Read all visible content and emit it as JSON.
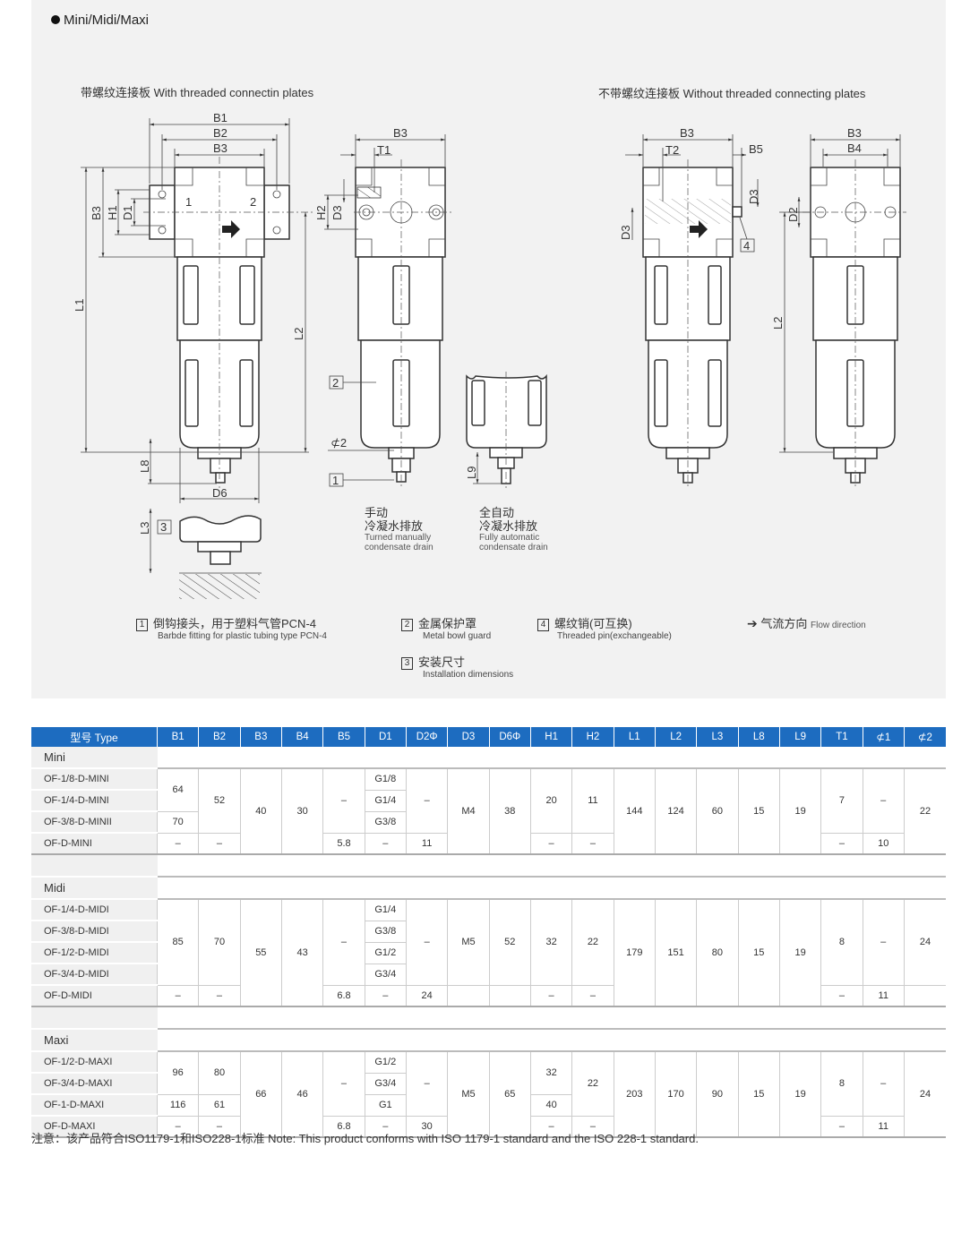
{
  "title": "Mini/Midi/Maxi",
  "subtitles": {
    "with_plates": "带螺纹连接板 With threaded connectin plates",
    "without_plates": "不带螺纹连接板 Without threaded connecting plates"
  },
  "dim": {
    "B1": "B1",
    "B2": "B2",
    "B3": "B3",
    "B4": "B4",
    "B5": "B5",
    "H1": "H1",
    "H2": "H2",
    "D1": "D1",
    "D2": "D2",
    "D3": "D3",
    "D6": "D6",
    "L1": "L1",
    "L2": "L2",
    "L3": "L3",
    "L8": "L8",
    "L9": "L9",
    "T1": "T1",
    "T2": "T2",
    "C2": "⊄2",
    "port1": "1",
    "port2": "2",
    "n1": "1",
    "n2": "2",
    "n3": "3",
    "n4": "4"
  },
  "captions": {
    "manual_cn1": "手动",
    "manual_cn2": "冷凝水排放",
    "manual_en1": "Turned manually",
    "manual_en2": "condensate drain",
    "auto_cn1": "全自动",
    "auto_cn2": "冷凝水排放",
    "auto_en1": "Fully automatic",
    "auto_en2": "condensate drain"
  },
  "legend": [
    {
      "num": "1",
      "cn": "倒钩接头，用于塑料气管PCN-4",
      "en": "Barbde fitting for plastic tubing type PCN-4"
    },
    {
      "num": "2",
      "cn": "金属保护罩",
      "en": "Metal bowl guard"
    },
    {
      "num": "4",
      "cn": "螺纹销(可互换)",
      "en": "Threaded pin(exchangeable)"
    },
    {
      "num": "3",
      "cn": "安装尺寸",
      "en": "Installation dimensions"
    }
  ],
  "flow": {
    "arrow": "➔",
    "cn": "气流方向",
    "en": "Flow direction"
  },
  "table": {
    "headers": [
      "型号 Type",
      "B1",
      "B2",
      "B3",
      "B4",
      "B5",
      "D1",
      "D2Φ",
      "D3",
      "D6Φ",
      "H1",
      "H2",
      "L1",
      "L2",
      "L3",
      "L8",
      "L9",
      "T1",
      "⊄1",
      "⊄2"
    ],
    "groups": [
      {
        "name": "Mini",
        "models": [
          "OF-1/8-D-MINI",
          "OF-1/4-D-MINI",
          "OF-3/8-D-MINII",
          "OF-D-MINI"
        ],
        "columns": [
          [
            [
              "64",
              2
            ],
            [
              "70",
              1
            ],
            [
              "–",
              1
            ]
          ],
          [
            [
              "52",
              3
            ],
            [
              "–",
              1
            ]
          ],
          [
            [
              "40",
              4
            ]
          ],
          [
            [
              "30",
              4
            ]
          ],
          [
            [
              "–",
              3
            ],
            [
              "5.8",
              1
            ]
          ],
          [
            [
              "G1/8",
              1
            ],
            [
              "G1/4",
              1
            ],
            [
              "G3/8",
              1
            ],
            [
              "–",
              1
            ]
          ],
          [
            [
              "–",
              3
            ],
            [
              "11",
              1
            ]
          ],
          [
            [
              "M4",
              4
            ]
          ],
          [
            [
              "38",
              4
            ]
          ],
          [
            [
              "20",
              3
            ],
            [
              "–",
              1
            ]
          ],
          [
            [
              "11",
              3
            ],
            [
              "–",
              1
            ]
          ],
          [
            [
              "144",
              4
            ]
          ],
          [
            [
              "124",
              4
            ]
          ],
          [
            [
              "60",
              4
            ]
          ],
          [
            [
              "15",
              4
            ]
          ],
          [
            [
              "19",
              4
            ]
          ],
          [
            [
              "7",
              3
            ],
            [
              "–",
              1
            ]
          ],
          [
            [
              "–",
              3
            ],
            [
              "10",
              1
            ]
          ],
          [
            [
              "22",
              4
            ]
          ]
        ]
      },
      {
        "name": "Midi",
        "models": [
          "OF-1/4-D-MIDI",
          "OF-3/8-D-MIDI",
          "OF-1/2-D-MIDI",
          "OF-3/4-D-MIDI",
          "OF-D-MIDI"
        ],
        "columns": [
          [
            [
              "85",
              4
            ],
            [
              "–",
              1
            ]
          ],
          [
            [
              "70",
              4
            ],
            [
              "–",
              1
            ]
          ],
          [
            [
              "55",
              5
            ]
          ],
          [
            [
              "43",
              5
            ]
          ],
          [
            [
              "–",
              4
            ],
            [
              "6.8",
              1
            ]
          ],
          [
            [
              "G1/4",
              1
            ],
            [
              "G3/8",
              1
            ],
            [
              "G1/2",
              1
            ],
            [
              "G3/4",
              1
            ],
            [
              "–",
              1
            ]
          ],
          [
            [
              "–",
              4
            ],
            [
              "24",
              1
            ]
          ],
          [
            [
              "M5",
              4
            ],
            [
              "",
              1
            ]
          ],
          [
            [
              "52",
              4
            ],
            [
              "",
              1
            ]
          ],
          [
            [
              "32",
              4
            ],
            [
              "–",
              1
            ]
          ],
          [
            [
              "22",
              4
            ],
            [
              "–",
              1
            ]
          ],
          [
            [
              "179",
              5
            ]
          ],
          [
            [
              "151",
              5
            ]
          ],
          [
            [
              "80",
              5
            ]
          ],
          [
            [
              "15",
              5
            ]
          ],
          [
            [
              "19",
              5
            ]
          ],
          [
            [
              "8",
              4
            ],
            [
              "–",
              1
            ]
          ],
          [
            [
              "–",
              4
            ],
            [
              "11",
              1
            ]
          ],
          [
            [
              "24",
              4
            ],
            [
              "",
              1
            ]
          ]
        ]
      },
      {
        "name": "Maxi",
        "models": [
          "OF-1/2-D-MAXI",
          "OF-3/4-D-MAXI",
          "OF-1-D-MAXI",
          "OF-D-MAXI"
        ],
        "columns": [
          [
            [
              "96",
              2
            ],
            [
              "116",
              1
            ],
            [
              "–",
              1
            ]
          ],
          [
            [
              "80",
              2
            ],
            [
              "61",
              1
            ],
            [
              "–",
              1
            ]
          ],
          [
            [
              "66",
              4
            ]
          ],
          [
            [
              "46",
              4
            ]
          ],
          [
            [
              "–",
              3
            ],
            [
              "6.8",
              1
            ]
          ],
          [
            [
              "G1/2",
              1
            ],
            [
              "G3/4",
              1
            ],
            [
              "G1",
              1
            ],
            [
              "–",
              1
            ]
          ],
          [
            [
              "–",
              3
            ],
            [
              "30",
              1
            ]
          ],
          [
            [
              "M5",
              4
            ]
          ],
          [
            [
              "65",
              4
            ]
          ],
          [
            [
              "32",
              2
            ],
            [
              "40",
              1
            ],
            [
              "–",
              1
            ]
          ],
          [
            [
              "22",
              3
            ],
            [
              "–",
              1
            ]
          ],
          [
            [
              "203",
              4
            ]
          ],
          [
            [
              "170",
              4
            ]
          ],
          [
            [
              "90",
              4
            ]
          ],
          [
            [
              "15",
              4
            ]
          ],
          [
            [
              "19",
              4
            ]
          ],
          [
            [
              "8",
              3
            ],
            [
              "–",
              1
            ]
          ],
          [
            [
              "–",
              3
            ],
            [
              "11",
              1
            ]
          ],
          [
            [
              "24",
              4
            ]
          ]
        ]
      }
    ]
  },
  "note": "注意：该产品符合ISO1179-1和ISO228-1标准  Note: This product conforms with ISO 1179-1 standard and the ISO 228-1 standard."
}
